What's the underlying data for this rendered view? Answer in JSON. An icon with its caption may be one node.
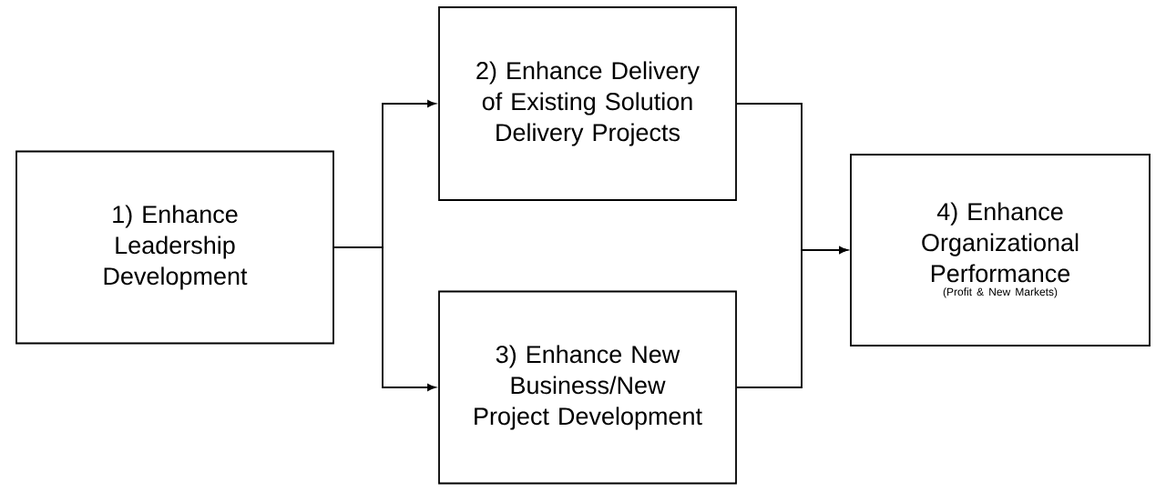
{
  "diagram": {
    "nodes": [
      {
        "text": [
          "1) Enhance Leadership Development"
        ]
      },
      {
        "text": [
          "2) Enhance Delivery of Existing Solution Delivery Projects"
        ]
      },
      {
        "text": [
          "3) Enhance New Business/New Project Development"
        ]
      },
      {
        "text": [
          "4) Enhance Organizational Performance",
          "(Profit & New Markets)"
        ]
      }
    ],
    "edges": [
      {
        "from": 0,
        "to": 1,
        "arrow": "to"
      },
      {
        "from": 0,
        "to": 2,
        "arrow": "to"
      },
      {
        "from": 1,
        "to": 3,
        "arrow": "to"
      },
      {
        "from": 2,
        "to": 3,
        "arrow": "to"
      }
    ]
  }
}
